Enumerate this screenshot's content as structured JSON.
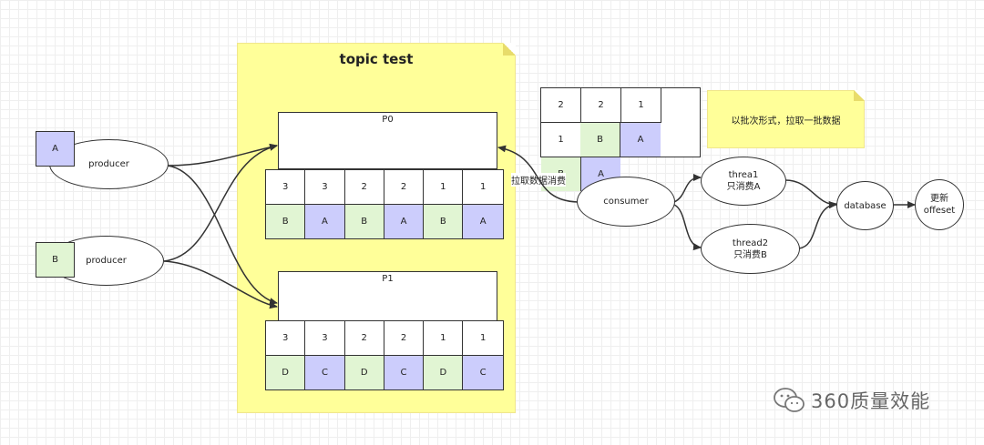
{
  "topic": {
    "title": "topic test"
  },
  "partitions": [
    {
      "label": "P0",
      "offsets": [
        "3",
        "3",
        "2",
        "2",
        "1",
        "1"
      ],
      "values": [
        "B",
        "A",
        "B",
        "A",
        "B",
        "A"
      ]
    },
    {
      "label": "P1",
      "offsets": [
        "3",
        "3",
        "2",
        "2",
        "1",
        "1"
      ],
      "values": [
        "D",
        "C",
        "D",
        "C",
        "D",
        "C"
      ]
    }
  ],
  "producers": [
    {
      "source": "A",
      "label": "producer"
    },
    {
      "source": "B",
      "label": "producer"
    }
  ],
  "batch": {
    "offsets": [
      "2",
      "2",
      "1",
      "1"
    ],
    "values": [
      "B",
      "A",
      "B",
      "A"
    ],
    "note": "以批次形式，拉取一批数据"
  },
  "pull_label": "拉取数据消费",
  "consumer": {
    "label": "consumer"
  },
  "threads": [
    {
      "name": "threa1",
      "desc": "只消费A"
    },
    {
      "name": "thread2",
      "desc": "只消费B"
    }
  ],
  "database": {
    "label": "database"
  },
  "update_offset": {
    "line1": "更新",
    "line2": "offeset"
  },
  "watermark": {
    "text": "360质量效能",
    "icon": "wechat-icon"
  },
  "colors": {
    "note": "#ffff99",
    "green": "#e1f5d3",
    "purple": "#cccdfc"
  }
}
